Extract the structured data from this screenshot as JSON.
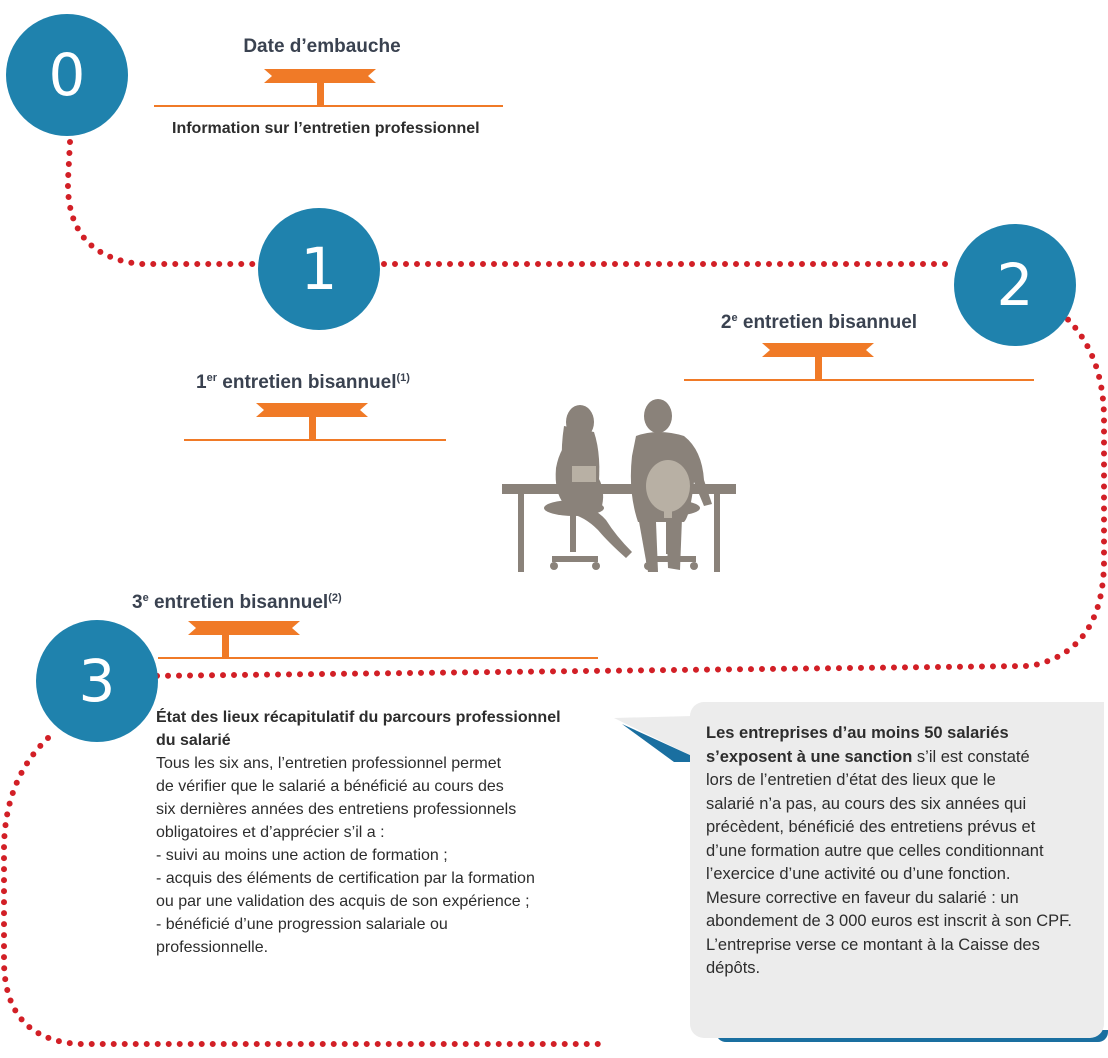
{
  "colors": {
    "step_circle": "#1f82ad",
    "banner": "#f07a27",
    "dotted_path": "#d21f26",
    "callout_bg": "#ececec",
    "callout_accent": "#1a6fa0",
    "illustration": "#8a827a"
  },
  "steps": [
    {
      "number": "0"
    },
    {
      "number": "1"
    },
    {
      "number": "2"
    },
    {
      "number": "3"
    }
  ],
  "markers": {
    "hiring": {
      "title": "Date d’embauche",
      "label": "Information sur l’entretien professionnel"
    },
    "first": {
      "title": "1",
      "sup": "er",
      "title_rest": " entretien bisannuel",
      "note": "(1)"
    },
    "second": {
      "title": "2",
      "sup": "e",
      "title_rest": " entretien bisannuel"
    },
    "third": {
      "title": "3",
      "sup": "e",
      "title_rest": " entretien bisannuel",
      "note": "(2)"
    }
  },
  "review": {
    "heading_line1": "État des lieux récapitulatif du parcours professionnel",
    "heading_line2": "du salarié",
    "lines": [
      "Tous les six ans, l’entretien professionnel permet",
      "de vérifier que le salarié a bénéficié au cours des",
      "six dernières années des entretiens professionnels",
      "obligatoires et d’apprécier s’il a :",
      "- suivi au moins une action de formation ;",
      "- acquis des éléments de certification par la formation",
      "ou par une validation des acquis de son expérience ;",
      "- bénéficié d’une progression salariale ou",
      "professionnelle."
    ]
  },
  "callout": {
    "bold_line1": "Les entreprises d’au moins 50 salariés",
    "bold_line2": "s’exposent à une sanction",
    "line2_rest": " s’il est constaté",
    "lines": [
      "lors de l’entretien d’état des lieux que le",
      "salarié n’a pas, au cours des six années qui",
      "précèdent, bénéficié des entretiens prévus et",
      "d’une formation autre que celles conditionnant",
      "l’exercice d’une activité ou d’une fonction.",
      "Mesure corrective en faveur du salarié : un",
      "abondement de 3 000 euros est inscrit à son CPF.",
      "L’entreprise verse ce montant à la Caisse des",
      "dépôts."
    ]
  }
}
